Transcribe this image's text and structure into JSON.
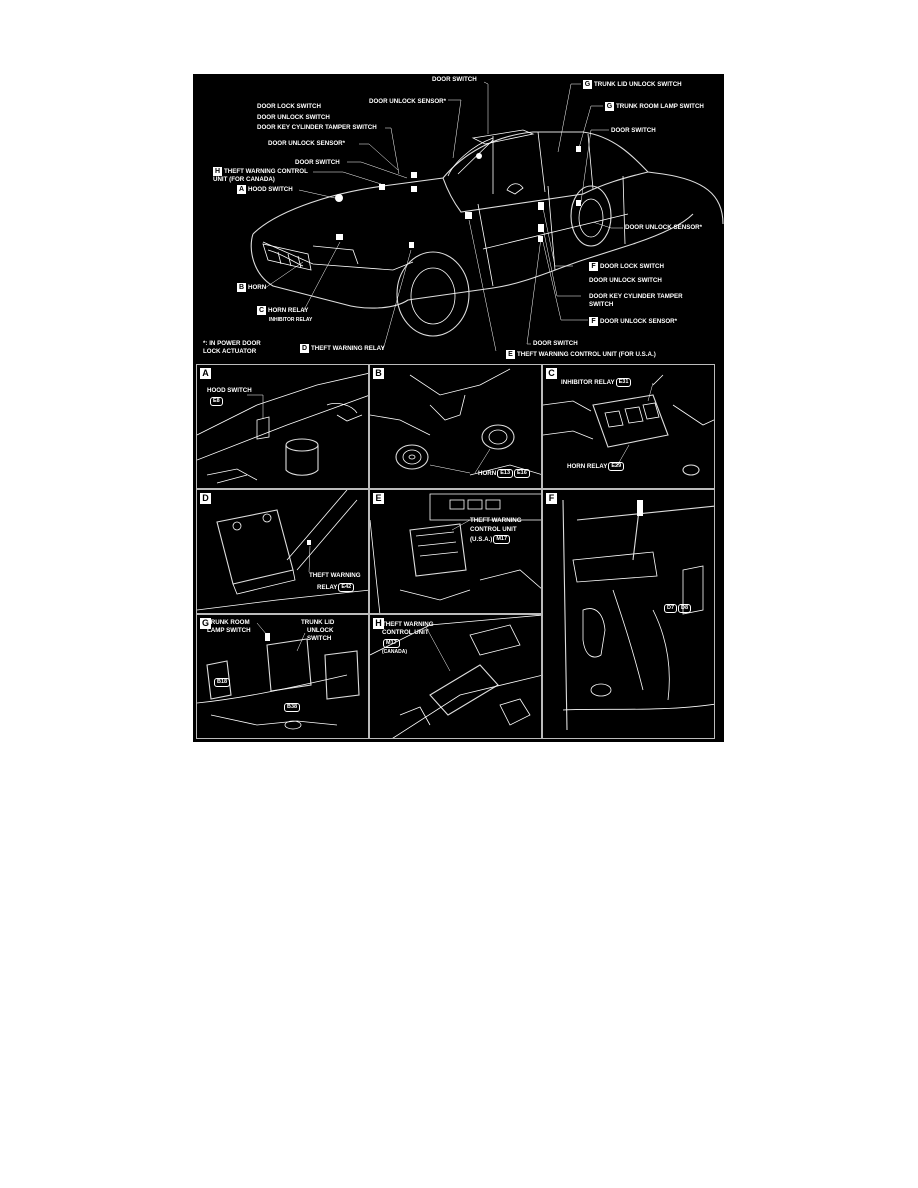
{
  "main": {
    "footnote": "*: IN POWER DOOR LOCK ACTUATOR",
    "labels": {
      "door_lock_switch": "DOOR LOCK SWITCH",
      "door_unlock_switch": "DOOR UNLOCK SWITCH",
      "door_key_cyl": "DOOR KEY CYLINDER TAMPER SWITCH",
      "door_unlock_sensor_top": "DOOR UNLOCK SENSOR*",
      "door_unlock_sensor_mid": "DOOR UNLOCK SENSOR*",
      "door_switch_top": "DOOR SWITCH",
      "door_switch_left": "DOOR SWITCH",
      "theft_unit_canada": "THEFT WARNING CONTROL UNIT (FOR CANADA)",
      "hood_switch": "HOOD SWITCH",
      "horn": "HORN",
      "horn_relay": "HORN RELAY",
      "inhibitor_relay": "INHIBITOR RELAY",
      "theft_relay": "THEFT WARNING RELAY",
      "theft_unit_usa": "THEFT WARNING CONTROL UNIT (FOR U.S.A.)",
      "trunk_lid_unlock": "TRUNK LID UNLOCK SWITCH",
      "trunk_room_lamp": "TRUNK ROOM LAMP SWITCH",
      "door_switch_right": "DOOR SWITCH",
      "door_unlock_sensor_right": "DOOR UNLOCK SENSOR*",
      "door_lock_switch_r": "DOOR LOCK SWITCH",
      "door_unlock_switch_r": "DOOR UNLOCK SWITCH",
      "door_key_cyl_r": "DOOR KEY CYLINDER TAMPER SWITCH",
      "door_unlock_sensor_r2": "DOOR UNLOCK SENSOR*",
      "door_switch_bottom": "DOOR SWITCH"
    },
    "tags": {
      "A": "A",
      "B": "B",
      "C": "C",
      "D": "D",
      "E": "E",
      "F": "F",
      "G": "G",
      "H": "H"
    }
  },
  "panels": {
    "A": {
      "letter": "A",
      "label": "HOOD SWITCH",
      "conn": "E8"
    },
    "B": {
      "letter": "B",
      "label": "HORN",
      "conn1": "E13",
      "conn2": "E16"
    },
    "C": {
      "letter": "C",
      "label1": "INHIBITOR RELAY",
      "conn1": "E31",
      "label2": "HORN RELAY",
      "conn2": "E29"
    },
    "D": {
      "letter": "D",
      "label1": "THEFT WARNING",
      "label2": "RELAY",
      "conn": "E42"
    },
    "E": {
      "letter": "E",
      "label1": "THEFT WARNING",
      "label2": "CONTROL UNIT",
      "label3": "(U.S.A.)",
      "conn": "M17"
    },
    "F": {
      "letter": "F",
      "conn1": "D7",
      "conn2": "D8"
    },
    "G": {
      "letter": "G",
      "label1": "TRUNK ROOM",
      "label2": "LAMP SWITCH",
      "label3": "TRUNK LID",
      "label4": "UNLOCK",
      "label5": "SWITCH",
      "conn1": "B18",
      "conn2": "B38"
    },
    "H": {
      "letter": "H",
      "label1": "THEFT WARNING",
      "label2": "CONTROL UNIT",
      "conn": "M17",
      "label3": "(CANADA)"
    }
  }
}
